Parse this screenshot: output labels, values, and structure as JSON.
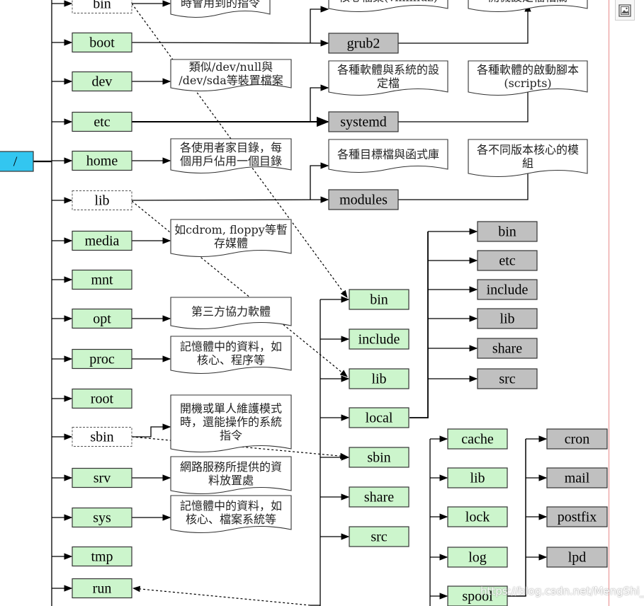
{
  "root": {
    "label": "/"
  },
  "colors": {
    "green_fill": "#ccf5cc",
    "gray_fill": "#c0c0c0",
    "root_fill": "#33c6f0",
    "line": "#000000"
  },
  "dirs": [
    {
      "label": "bin",
      "style": "dashed"
    },
    {
      "label": "boot",
      "style": "green"
    },
    {
      "label": "dev",
      "style": "green"
    },
    {
      "label": "etc",
      "style": "green"
    },
    {
      "label": "home",
      "style": "green"
    },
    {
      "label": "lib",
      "style": "dashed"
    },
    {
      "label": "media",
      "style": "green"
    },
    {
      "label": "mnt",
      "style": "green"
    },
    {
      "label": "opt",
      "style": "green"
    },
    {
      "label": "proc",
      "style": "green"
    },
    {
      "label": "root",
      "style": "green"
    },
    {
      "label": "sbin",
      "style": "dashed"
    },
    {
      "label": "srv",
      "style": "green"
    },
    {
      "label": "sys",
      "style": "green"
    },
    {
      "label": "tmp",
      "style": "green"
    },
    {
      "label": "run",
      "style": "green"
    }
  ],
  "notes": [
    {
      "lines": [
        "時會用到的指令"
      ]
    },
    {
      "lines": [
        "類似/dev/null與",
        "/dev/sda等裝置檔案"
      ]
    },
    {
      "lines": [
        "各使用者家目錄，每",
        "個用戶佔用一個目錄"
      ]
    },
    {
      "lines": [
        "如cdrom, floppy等暫",
        "存媒體"
      ]
    },
    {
      "lines": [
        "第三方協力軟體"
      ]
    },
    {
      "lines": [
        "記憶體中的資料，如",
        "核心、程序等"
      ]
    },
    {
      "lines": [
        "開機或單人維護模式",
        "時，還能操作的系統",
        "指令"
      ]
    },
    {
      "lines": [
        "網路服務所提供的資",
        "料放置處"
      ]
    },
    {
      "lines": [
        "記憶體中的資料，如",
        "核心、檔案系統等"
      ]
    }
  ],
  "mid_notes": [
    {
      "lines": [
        "核心檔案(vmlinuz)"
      ]
    },
    {
      "lines": [
        "各種軟體與系統的設",
        "定檔"
      ]
    },
    {
      "lines": [
        "各種目標檔與函式庫"
      ]
    }
  ],
  "right_notes": [
    {
      "lines": [
        "開機設定檔相關"
      ]
    },
    {
      "lines": [
        "各種軟體的啟動腳本",
        "(scripts)"
      ]
    },
    {
      "lines": [
        "各不同版本核心的模",
        "組"
      ]
    }
  ],
  "gray_mid": [
    {
      "label": "grub2"
    },
    {
      "label": "systemd"
    },
    {
      "label": "modules"
    }
  ],
  "usr": [
    {
      "label": "bin"
    },
    {
      "label": "include"
    },
    {
      "label": "lib"
    },
    {
      "label": "local"
    },
    {
      "label": "sbin"
    },
    {
      "label": "share"
    },
    {
      "label": "src"
    }
  ],
  "local_sub": [
    {
      "label": "bin"
    },
    {
      "label": "etc"
    },
    {
      "label": "include"
    },
    {
      "label": "lib"
    },
    {
      "label": "share"
    },
    {
      "label": "src"
    }
  ],
  "var": [
    {
      "label": "cache"
    },
    {
      "label": "lib"
    },
    {
      "label": "lock"
    },
    {
      "label": "log"
    },
    {
      "label": "spool"
    }
  ],
  "spool_sub": [
    {
      "label": "cron"
    },
    {
      "label": "mail"
    },
    {
      "label": "postfix"
    },
    {
      "label": "lpd"
    }
  ],
  "watermark": "https://blog.csdn.net/MengShi_"
}
